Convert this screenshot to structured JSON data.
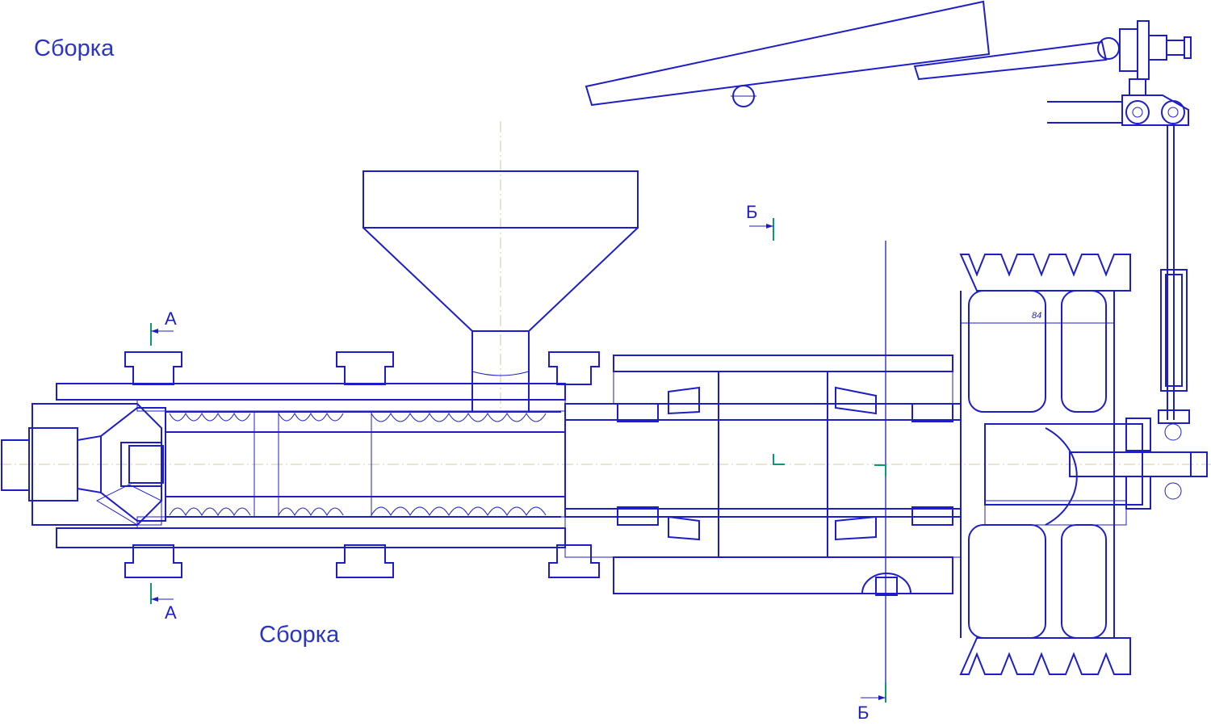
{
  "titles": {
    "top": "Сборка",
    "bottom": "Сборка"
  },
  "section_labels": {
    "a_top": "А",
    "a_bottom": "А",
    "b_top": "Б",
    "b_bottom": "Б"
  },
  "dimension": "84",
  "colors": {
    "line": "#1e1ec8",
    "title": "#2b34c8",
    "section_mark": "#0a9a7a",
    "centerline": "#c9b98e"
  }
}
